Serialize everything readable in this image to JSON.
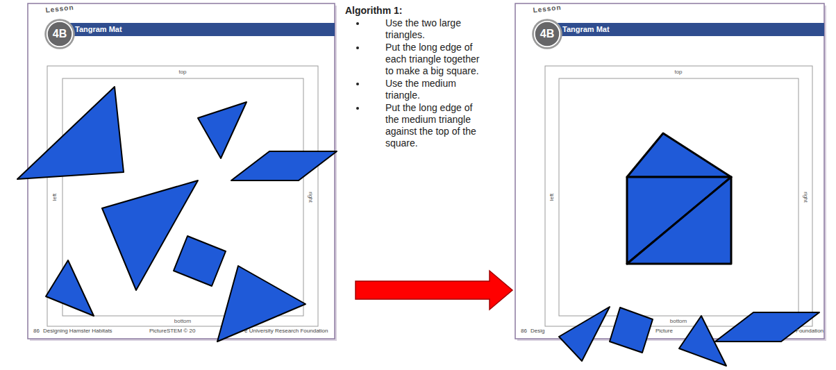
{
  "diagram": {
    "nodes": [
      {
        "text": [
          "Lesson",
          "4B"
        ]
      },
      {
        "text": [
          "Tangram Mat"
        ]
      },
      {
        "text": [
          "Lesson",
          "4B"
        ]
      },
      {
        "text": [
          "Tangram Mat"
        ]
      }
    ],
    "labels": [
      "Algorithm 1:",
      "Use the two large triangles.",
      "Put the long edge of each triangle together to make a big square.",
      "Use the medium triangle.",
      "Put the long edge of the medium triangle against the top of the square.",
      "top",
      "left",
      "right",
      "bottom",
      "86",
      "Designing Hamster Habitats",
      "PictureSTEM © 20",
      "e University Research Foundation",
      "top",
      "left",
      "right",
      "bottom",
      "86",
      "Desig",
      "Picture",
      "Foundation"
    ]
  }
}
